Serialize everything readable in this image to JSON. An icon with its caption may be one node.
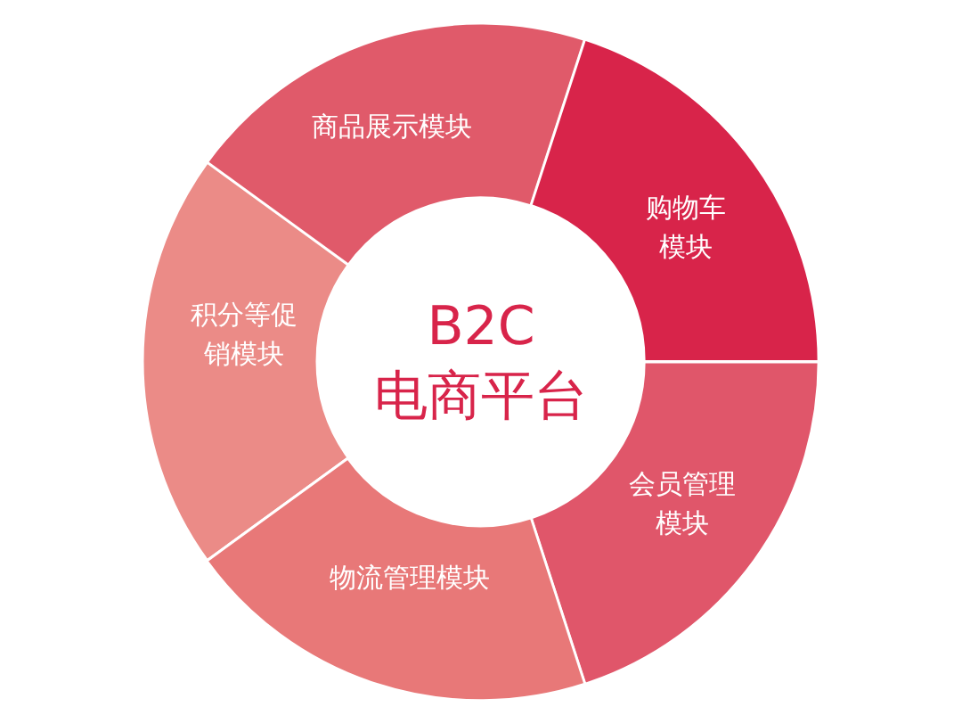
{
  "diagram": {
    "nodes": [
      {
        "text": [
          "商品展示模块"
        ]
      },
      {
        "text": [
          "购物车模块"
        ]
      },
      {
        "text": [
          "积分等促销模块"
        ]
      },
      {
        "text": [
          "B2C",
          "电商平台"
        ]
      },
      {
        "text": [
          "会员管理模块"
        ]
      },
      {
        "text": [
          "物流管理模块"
        ]
      }
    ]
  }
}
